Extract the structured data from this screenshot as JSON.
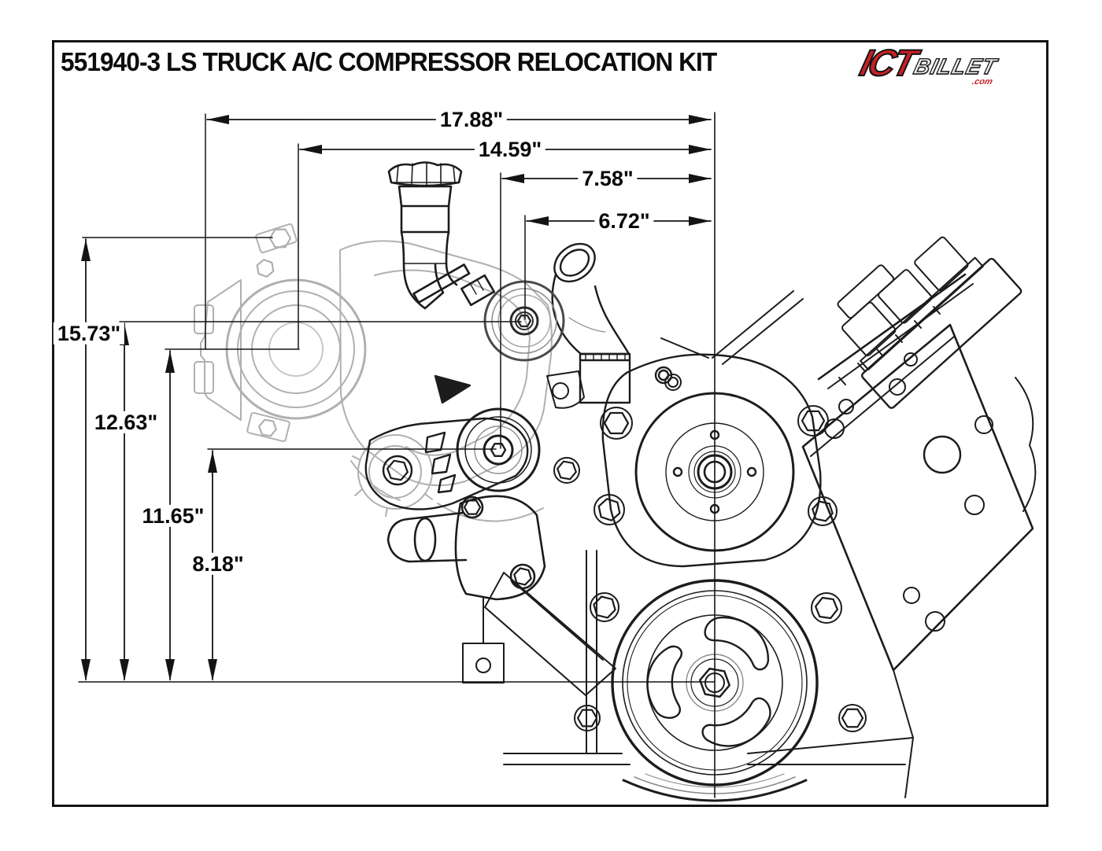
{
  "header": {
    "title": "551940-3 LS TRUCK A/C COMPRESSOR RELOCATION KIT",
    "logo": {
      "primary": "ICT",
      "secondary": "BILLET",
      "tld": ".com"
    }
  },
  "drawing": {
    "description": "LS engine front view line drawing with relocated A/C compressor bracket shown ghosted",
    "unit": "in",
    "dimensions": {
      "horizontal": [
        {
          "name": "compressor-left-edge-to-engine-centerline",
          "label": "17.88\"",
          "value": 17.88
        },
        {
          "name": "compressor-pulley-center-to-engine-centerline",
          "label": "14.59\"",
          "value": 14.59
        },
        {
          "name": "tensioner-pulley-center-to-engine-centerline",
          "label": "7.58\"",
          "value": 7.58
        },
        {
          "name": "idler-pulley-center-to-engine-centerline",
          "label": "6.72\"",
          "value": 6.72
        }
      ],
      "vertical": [
        {
          "name": "top-mount-bolt-to-crank-centerline",
          "label": "15.73\"",
          "value": 15.73
        },
        {
          "name": "idler-pulley-center-to-crank-centerline",
          "label": "12.63\"",
          "value": 12.63
        },
        {
          "name": "compressor-pulley-center-to-crank-centerline",
          "label": "11.65\"",
          "value": 11.65
        },
        {
          "name": "tensioner-pulley-center-to-crank-centerline",
          "label": "8.18\"",
          "value": 8.18
        }
      ]
    }
  }
}
